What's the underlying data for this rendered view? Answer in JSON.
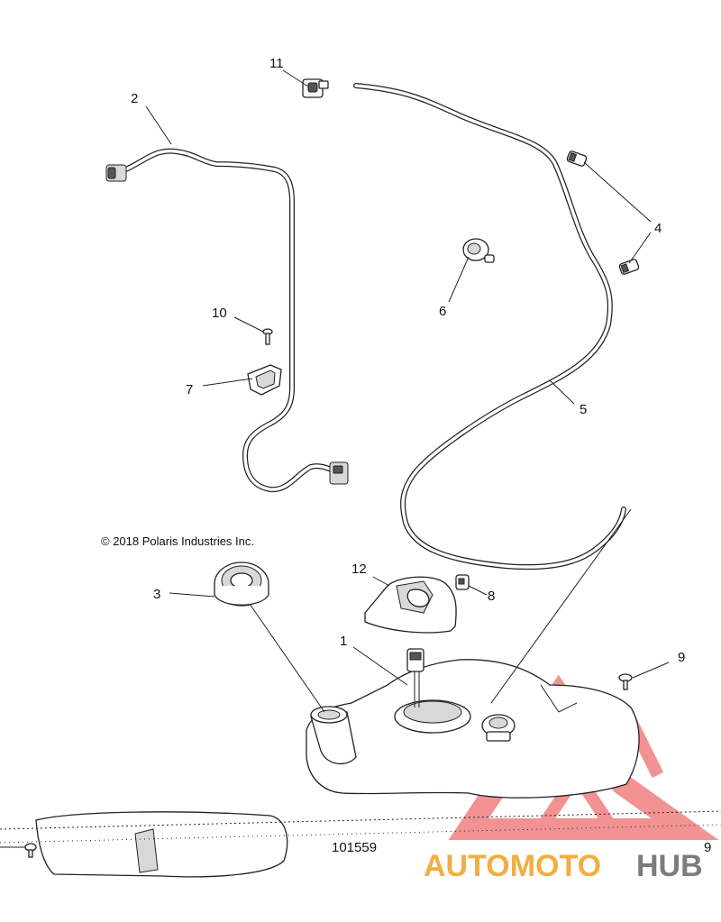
{
  "copyright": "© 2018 Polaris Industries Inc.",
  "reference_number": "101559",
  "callouts": [
    {
      "id": "1",
      "label": "1"
    },
    {
      "id": "2",
      "label": "2"
    },
    {
      "id": "3",
      "label": "3"
    },
    {
      "id": "4",
      "label": "4"
    },
    {
      "id": "5",
      "label": "5"
    },
    {
      "id": "6",
      "label": "6"
    },
    {
      "id": "7",
      "label": "7"
    },
    {
      "id": "8",
      "label": "8"
    },
    {
      "id": "9",
      "label": "9"
    },
    {
      "id": "9b",
      "label": "9"
    },
    {
      "id": "10",
      "label": "10"
    },
    {
      "id": "11",
      "label": "11"
    },
    {
      "id": "12",
      "label": "12"
    }
  ],
  "watermark": {
    "part1": "AUTOMOTO",
    "part2": "HUB",
    "color_primary": "#f0a020",
    "color_secondary": "#666666",
    "logo_color": "#e83a3a"
  }
}
